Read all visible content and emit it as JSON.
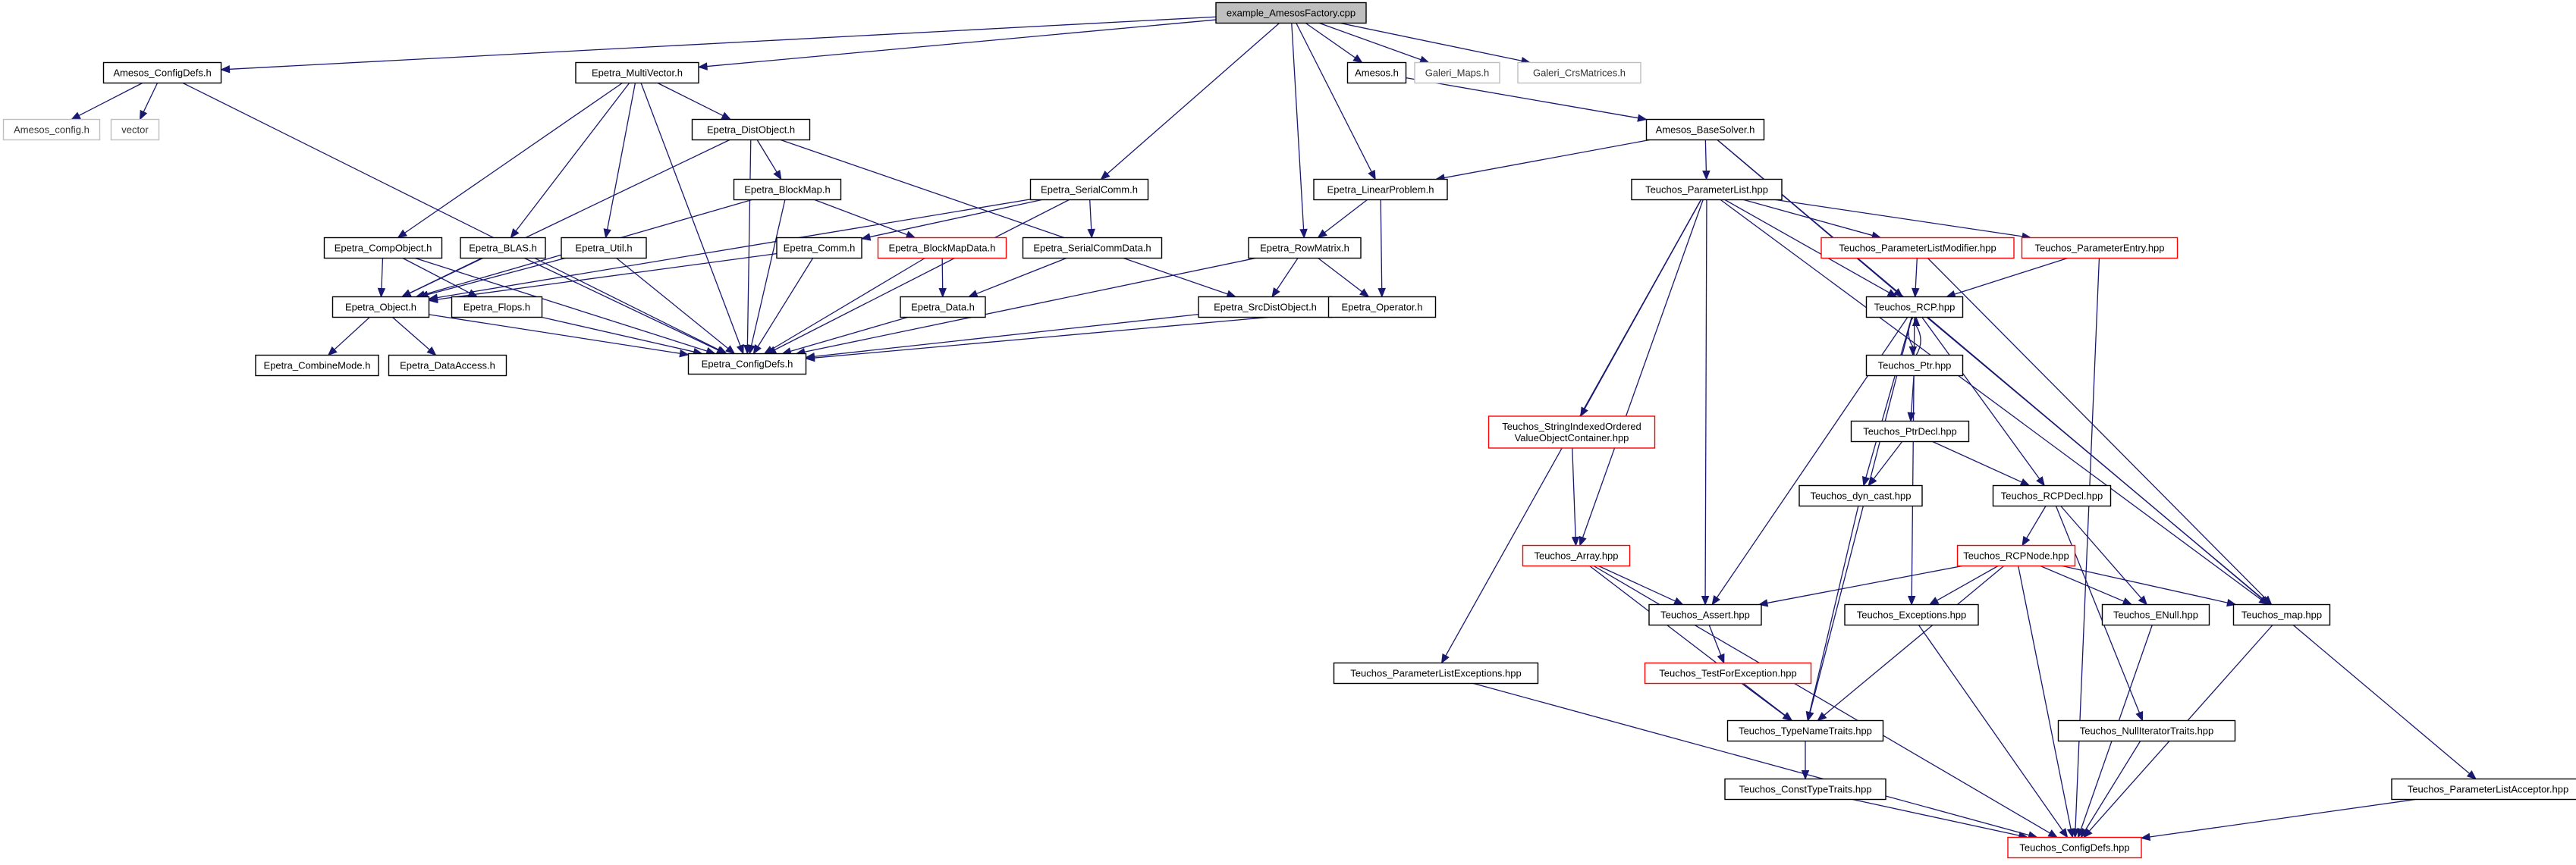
{
  "colors": {
    "edge": "#191970",
    "root_fill": "#bfbfbf",
    "incomplete_border": "#ff0000",
    "external_border": "#bfbfbf"
  },
  "nodes": [
    {
      "id": "root",
      "lines": [
        "example_AmesosFactory.cpp"
      ],
      "kind": "root"
    },
    {
      "id": "amesos_configdefs",
      "lines": [
        "Amesos_ConfigDefs.h"
      ],
      "kind": "normal"
    },
    {
      "id": "amesos_config",
      "lines": [
        "Amesos_config.h"
      ],
      "kind": "ext"
    },
    {
      "id": "vector",
      "lines": [
        "vector"
      ],
      "kind": "ext"
    },
    {
      "id": "epetra_multivector",
      "lines": [
        "Epetra_MultiVector.h"
      ],
      "kind": "normal"
    },
    {
      "id": "epetra_distobject",
      "lines": [
        "Epetra_DistObject.h"
      ],
      "kind": "normal"
    },
    {
      "id": "epetra_blockmap",
      "lines": [
        "Epetra_BlockMap.h"
      ],
      "kind": "normal"
    },
    {
      "id": "epetra_compobject",
      "lines": [
        "Epetra_CompObject.h"
      ],
      "kind": "normal"
    },
    {
      "id": "epetra_blas",
      "lines": [
        "Epetra_BLAS.h"
      ],
      "kind": "normal"
    },
    {
      "id": "epetra_util",
      "lines": [
        "Epetra_Util.h"
      ],
      "kind": "normal"
    },
    {
      "id": "epetra_object",
      "lines": [
        "Epetra_Object.h"
      ],
      "kind": "normal"
    },
    {
      "id": "epetra_flops",
      "lines": [
        "Epetra_Flops.h"
      ],
      "kind": "normal"
    },
    {
      "id": "epetra_combinemode",
      "lines": [
        "Epetra_CombineMode.h"
      ],
      "kind": "normal"
    },
    {
      "id": "epetra_dataaccess",
      "lines": [
        "Epetra_DataAccess.h"
      ],
      "kind": "normal"
    },
    {
      "id": "epetra_configdefs",
      "lines": [
        "Epetra_ConfigDefs.h"
      ],
      "kind": "normal"
    },
    {
      "id": "epetra_serialcomm",
      "lines": [
        "Epetra_SerialComm.h"
      ],
      "kind": "normal"
    },
    {
      "id": "epetra_comm",
      "lines": [
        "Epetra_Comm.h"
      ],
      "kind": "normal"
    },
    {
      "id": "epetra_blockmapdata",
      "lines": [
        "Epetra_BlockMapData.h"
      ],
      "kind": "red"
    },
    {
      "id": "epetra_serialcommdata",
      "lines": [
        "Epetra_SerialCommData.h"
      ],
      "kind": "normal"
    },
    {
      "id": "epetra_data",
      "lines": [
        "Epetra_Data.h"
      ],
      "kind": "normal"
    },
    {
      "id": "epetra_srcdistobject",
      "lines": [
        "Epetra_SrcDistObject.h"
      ],
      "kind": "normal"
    },
    {
      "id": "amesos_h",
      "lines": [
        "Amesos.h"
      ],
      "kind": "normal"
    },
    {
      "id": "galeri_maps",
      "lines": [
        "Galeri_Maps.h"
      ],
      "kind": "ext"
    },
    {
      "id": "galeri_crsmatrices",
      "lines": [
        "Galeri_CrsMatrices.h"
      ],
      "kind": "ext"
    },
    {
      "id": "amesos_basesolver",
      "lines": [
        "Amesos_BaseSolver.h"
      ],
      "kind": "normal"
    },
    {
      "id": "epetra_linearproblem",
      "lines": [
        "Epetra_LinearProblem.h"
      ],
      "kind": "normal"
    },
    {
      "id": "epetra_rowmatrix",
      "lines": [
        "Epetra_RowMatrix.h"
      ],
      "kind": "normal"
    },
    {
      "id": "epetra_operator",
      "lines": [
        "Epetra_Operator.h"
      ],
      "kind": "normal"
    },
    {
      "id": "teuchos_parameterlist",
      "lines": [
        "Teuchos_ParameterList.hpp"
      ],
      "kind": "normal"
    },
    {
      "id": "teuchos_plmodifier",
      "lines": [
        "Teuchos_ParameterListModifier.hpp"
      ],
      "kind": "red"
    },
    {
      "id": "teuchos_parameterentry",
      "lines": [
        "Teuchos_ParameterEntry.hpp"
      ],
      "kind": "red"
    },
    {
      "id": "teuchos_rcp",
      "lines": [
        "Teuchos_RCP.hpp"
      ],
      "kind": "normal"
    },
    {
      "id": "teuchos_ptr",
      "lines": [
        "Teuchos_Ptr.hpp"
      ],
      "kind": "normal"
    },
    {
      "id": "teuchos_ptrdecl",
      "lines": [
        "Teuchos_PtrDecl.hpp"
      ],
      "kind": "normal"
    },
    {
      "id": "teuchos_dyncast",
      "lines": [
        "Teuchos_dyn_cast.hpp"
      ],
      "kind": "normal"
    },
    {
      "id": "teuchos_rcpdecl",
      "lines": [
        "Teuchos_RCPDecl.hpp"
      ],
      "kind": "normal"
    },
    {
      "id": "teuchos_sioc",
      "lines": [
        "Teuchos_StringIndexedOrdered",
        "ValueObjectContainer.hpp"
      ],
      "kind": "red"
    },
    {
      "id": "teuchos_array",
      "lines": [
        "Teuchos_Array.hpp"
      ],
      "kind": "red"
    },
    {
      "id": "teuchos_rcpnode",
      "lines": [
        "Teuchos_RCPNode.hpp"
      ],
      "kind": "red"
    },
    {
      "id": "teuchos_assert",
      "lines": [
        "Teuchos_Assert.hpp"
      ],
      "kind": "normal"
    },
    {
      "id": "teuchos_exceptions",
      "lines": [
        "Teuchos_Exceptions.hpp"
      ],
      "kind": "normal"
    },
    {
      "id": "teuchos_enull",
      "lines": [
        "Teuchos_ENull.hpp"
      ],
      "kind": "normal"
    },
    {
      "id": "teuchos_map",
      "lines": [
        "Teuchos_map.hpp"
      ],
      "kind": "normal"
    },
    {
      "id": "teuchos_testforexception",
      "lines": [
        "Teuchos_TestForException.hpp"
      ],
      "kind": "red"
    },
    {
      "id": "teuchos_plexceptions",
      "lines": [
        "Teuchos_ParameterListExceptions.hpp"
      ],
      "kind": "normal"
    },
    {
      "id": "teuchos_typenametraits",
      "lines": [
        "Teuchos_TypeNameTraits.hpp"
      ],
      "kind": "normal"
    },
    {
      "id": "teuchos_nulliteratortraits",
      "lines": [
        "Teuchos_NullIteratorTraits.hpp"
      ],
      "kind": "normal"
    },
    {
      "id": "teuchos_consttypetraits",
      "lines": [
        "Teuchos_ConstTypeTraits.hpp"
      ],
      "kind": "normal"
    },
    {
      "id": "teuchos_placceptor",
      "lines": [
        "Teuchos_ParameterListAcceptor.hpp"
      ],
      "kind": "normal"
    },
    {
      "id": "teuchos_configdefs",
      "lines": [
        "Teuchos_ConfigDefs.hpp"
      ],
      "kind": "red"
    }
  ],
  "edges": [
    [
      "root",
      "amesos_configdefs"
    ],
    [
      "root",
      "epetra_multivector"
    ],
    [
      "root",
      "epetra_serialcomm"
    ],
    [
      "root",
      "epetra_rowmatrix"
    ],
    [
      "root",
      "epetra_linearproblem"
    ],
    [
      "root",
      "amesos_h"
    ],
    [
      "root",
      "galeri_maps"
    ],
    [
      "root",
      "galeri_crsmatrices"
    ],
    [
      "amesos_configdefs",
      "amesos_config"
    ],
    [
      "amesos_configdefs",
      "vector"
    ],
    [
      "amesos_configdefs",
      "epetra_configdefs"
    ],
    [
      "epetra_multivector",
      "epetra_distobject"
    ],
    [
      "epetra_multivector",
      "epetra_compobject"
    ],
    [
      "epetra_multivector",
      "epetra_blas"
    ],
    [
      "epetra_multivector",
      "epetra_util"
    ],
    [
      "epetra_multivector",
      "epetra_configdefs"
    ],
    [
      "epetra_distobject",
      "epetra_object"
    ],
    [
      "epetra_distobject",
      "epetra_blockmap"
    ],
    [
      "epetra_distobject",
      "epetra_srcdistobject"
    ],
    [
      "epetra_distobject",
      "epetra_configdefs"
    ],
    [
      "epetra_blockmap",
      "epetra_object"
    ],
    [
      "epetra_blockmap",
      "epetra_blockmapdata"
    ],
    [
      "epetra_blockmap",
      "epetra_configdefs"
    ],
    [
      "epetra_compobject",
      "epetra_object"
    ],
    [
      "epetra_compobject",
      "epetra_flops"
    ],
    [
      "epetra_compobject",
      "epetra_configdefs"
    ],
    [
      "epetra_blas",
      "epetra_object"
    ],
    [
      "epetra_blas",
      "epetra_configdefs"
    ],
    [
      "epetra_util",
      "epetra_object"
    ],
    [
      "epetra_util",
      "epetra_configdefs"
    ],
    [
      "epetra_object",
      "epetra_combinemode"
    ],
    [
      "epetra_object",
      "epetra_dataaccess"
    ],
    [
      "epetra_object",
      "epetra_configdefs"
    ],
    [
      "epetra_flops",
      "epetra_configdefs"
    ],
    [
      "epetra_serialcomm",
      "epetra_object"
    ],
    [
      "epetra_serialcomm",
      "epetra_comm"
    ],
    [
      "epetra_serialcomm",
      "epetra_serialcommdata"
    ],
    [
      "epetra_serialcomm",
      "epetra_configdefs"
    ],
    [
      "epetra_comm",
      "epetra_object"
    ],
    [
      "epetra_comm",
      "epetra_configdefs"
    ],
    [
      "epetra_blockmapdata",
      "epetra_data"
    ],
    [
      "epetra_blockmapdata",
      "epetra_configdefs"
    ],
    [
      "epetra_serialcommdata",
      "epetra_data"
    ],
    [
      "epetra_data",
      "epetra_configdefs"
    ],
    [
      "epetra_srcdistobject",
      "epetra_configdefs"
    ],
    [
      "amesos_h",
      "amesos_basesolver"
    ],
    [
      "amesos_basesolver",
      "epetra_linearproblem"
    ],
    [
      "amesos_basesolver",
      "teuchos_parameterlist"
    ],
    [
      "amesos_basesolver",
      "teuchos_rcp"
    ],
    [
      "amesos_basesolver",
      "teuchos_placceptor"
    ],
    [
      "epetra_linearproblem",
      "epetra_rowmatrix"
    ],
    [
      "epetra_linearproblem",
      "epetra_operator"
    ],
    [
      "epetra_rowmatrix",
      "epetra_srcdistobject"
    ],
    [
      "epetra_rowmatrix",
      "epetra_operator"
    ],
    [
      "epetra_rowmatrix",
      "epetra_configdefs"
    ],
    [
      "epetra_operator",
      "epetra_configdefs"
    ],
    [
      "teuchos_parameterlist",
      "teuchos_plmodifier"
    ],
    [
      "teuchos_parameterlist",
      "teuchos_parameterentry"
    ],
    [
      "teuchos_parameterlist",
      "teuchos_rcp"
    ],
    [
      "teuchos_parameterlist",
      "teuchos_sioc"
    ],
    [
      "teuchos_parameterlist",
      "teuchos_array"
    ],
    [
      "teuchos_parameterlist",
      "teuchos_assert"
    ],
    [
      "teuchos_parameterlist",
      "teuchos_map"
    ],
    [
      "teuchos_parameterlist",
      "teuchos_plexceptions"
    ],
    [
      "teuchos_plmodifier",
      "teuchos_rcp"
    ],
    [
      "teuchos_plmodifier",
      "teuchos_map"
    ],
    [
      "teuchos_parameterentry",
      "teuchos_rcp"
    ],
    [
      "teuchos_parameterentry",
      "teuchos_configdefs"
    ],
    [
      "teuchos_rcp",
      "teuchos_ptr"
    ],
    [
      "teuchos_rcp",
      "teuchos_rcpdecl"
    ],
    [
      "teuchos_rcp",
      "teuchos_dyncast"
    ],
    [
      "teuchos_rcp",
      "teuchos_assert"
    ],
    [
      "teuchos_rcp",
      "teuchos_exceptions"
    ],
    [
      "teuchos_rcp",
      "teuchos_typenametraits"
    ],
    [
      "teuchos_rcp",
      "teuchos_map"
    ],
    [
      "teuchos_ptr",
      "teuchos_rcp"
    ],
    [
      "teuchos_ptr",
      "teuchos_ptrdecl"
    ],
    [
      "teuchos_ptrdecl",
      "teuchos_dyncast"
    ],
    [
      "teuchos_ptrdecl",
      "teuchos_rcpdecl"
    ],
    [
      "teuchos_dyncast",
      "teuchos_typenametraits"
    ],
    [
      "teuchos_rcpdecl",
      "teuchos_rcpnode"
    ],
    [
      "teuchos_rcpdecl",
      "teuchos_enull"
    ],
    [
      "teuchos_rcpdecl",
      "teuchos_nulliteratortraits"
    ],
    [
      "teuchos_sioc",
      "teuchos_array"
    ],
    [
      "teuchos_array",
      "teuchos_assert"
    ],
    [
      "teuchos_array",
      "teuchos_typenametraits"
    ],
    [
      "teuchos_array",
      "teuchos_configdefs"
    ],
    [
      "teuchos_rcpnode",
      "teuchos_assert"
    ],
    [
      "teuchos_rcpnode",
      "teuchos_exceptions"
    ],
    [
      "teuchos_rcpnode",
      "teuchos_enull"
    ],
    [
      "teuchos_rcpnode",
      "teuchos_map"
    ],
    [
      "teuchos_rcpnode",
      "teuchos_typenametraits"
    ],
    [
      "teuchos_rcpnode",
      "teuchos_configdefs"
    ],
    [
      "teuchos_assert",
      "teuchos_testforexception"
    ],
    [
      "teuchos_testforexception",
      "teuchos_typenametraits"
    ],
    [
      "teuchos_exceptions",
      "teuchos_configdefs"
    ],
    [
      "teuchos_enull",
      "teuchos_configdefs"
    ],
    [
      "teuchos_map",
      "teuchos_configdefs"
    ],
    [
      "teuchos_typenametraits",
      "teuchos_consttypetraits"
    ],
    [
      "teuchos_consttypetraits",
      "teuchos_configdefs"
    ],
    [
      "teuchos_nulliteratortraits",
      "teuchos_configdefs"
    ],
    [
      "teuchos_plexceptions",
      "teuchos_configdefs"
    ],
    [
      "teuchos_placceptor",
      "teuchos_configdefs"
    ]
  ]
}
